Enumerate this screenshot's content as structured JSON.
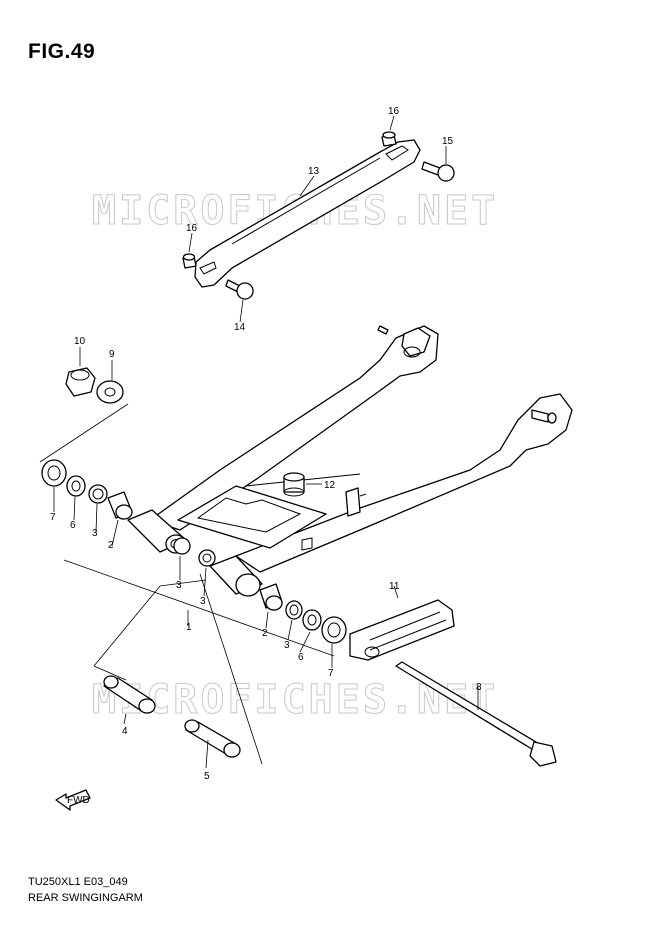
{
  "figure": {
    "title": "FIG.49",
    "code": "TU250XL1 E03_049",
    "name": "REAR SWINGINGARM"
  },
  "watermark": "MICROFICHES.NET",
  "fwd_label": "FWD",
  "callouts": [
    "1",
    "2",
    "2",
    "3",
    "3",
    "3",
    "3",
    "4",
    "5",
    "6",
    "6",
    "7",
    "7",
    "8",
    "9",
    "10",
    "11",
    "12",
    "13",
    "14",
    "15",
    "16",
    "16"
  ]
}
